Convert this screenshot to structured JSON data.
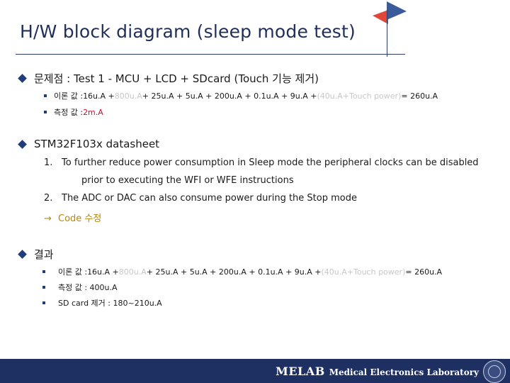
{
  "title": "H/W block diagram (sleep mode test)",
  "section1": {
    "heading": "문제점 :  Test 1 - MCU + LCD + SDcard (Touch 기능 제거)",
    "theory_label": "이론 값 : ",
    "theory_a": "16u.A + ",
    "theory_gray1": "800u.A",
    "theory_b": " + 25u.A + 5u.A + 200u.A + 0.1u.A + 9u.A + ",
    "theory_gray2": "(40u.A+Touch power)",
    "theory_c": " = 260u.A",
    "measure_label": "측정 값 : ",
    "measure_value": "2m.A"
  },
  "section2": {
    "heading": "STM32F103x datasheet",
    "item1_num": "1.",
    "item1_line1": "To further reduce power consumption in Sleep mode the peripheral clocks can be disabled",
    "item1_line2": "prior to executing the WFI or WFE instructions",
    "item2_num": "2.",
    "item2_line": "The ADC or DAC can also consume power during the Stop mode",
    "arrow": "→",
    "fix": "Code 수정"
  },
  "section3": {
    "heading": "결과",
    "theory_label": "이론 값 : ",
    "theory_a": "16u.A + ",
    "theory_gray1": "800u.A",
    "theory_b": " + 25u.A + 5u.A + 200u.A + 0.1u.A + 9u.A + ",
    "theory_gray2": "(40u.A+Touch power)",
    "theory_c": " = 260u.A",
    "measure": "측정 값 : 400u.A",
    "sdcard": "SD card 제거 : 180~210u.A"
  },
  "footer": {
    "lab_short": "MELAB",
    "lab_full": "Medical Electronics Laboratory"
  },
  "colors": {
    "accent_navy": "#1d3061",
    "corner_red": "#e0463a",
    "corner_blue": "#3b5a9a",
    "highlight_red": "#c8102e",
    "code_gold": "#b8860b"
  }
}
